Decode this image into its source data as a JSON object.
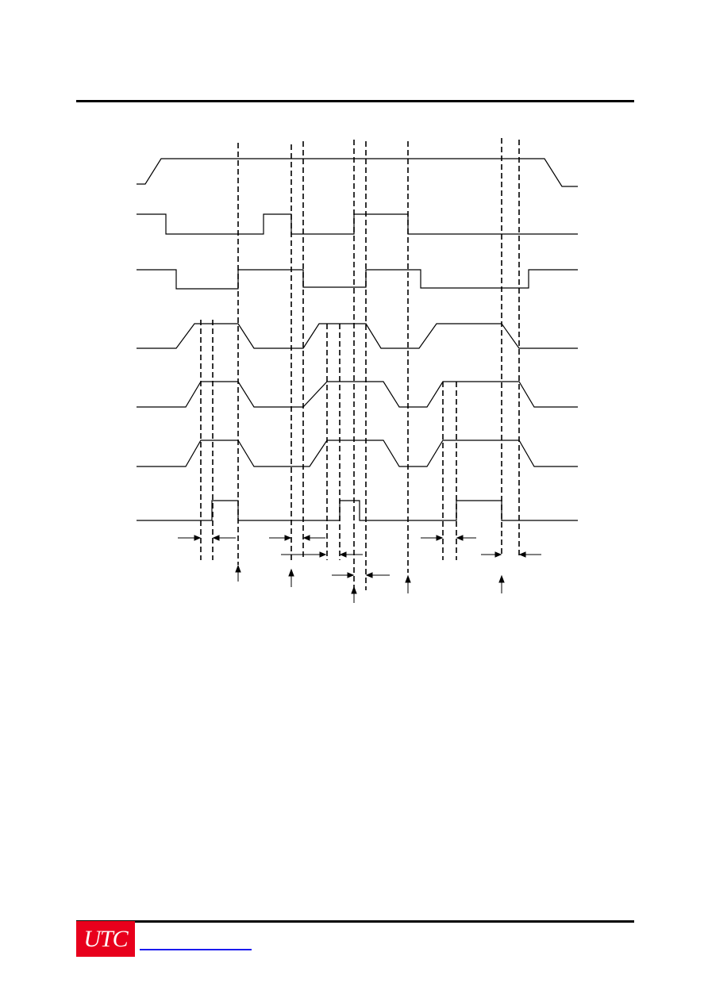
{
  "logo": {
    "text": "UTC",
    "background_color": "#e8001c",
    "text_color": "#ffffff"
  },
  "footer": {
    "link_color": "#1a1aee"
  },
  "diagram": {
    "type": "timing-diagram",
    "signal_count": 7,
    "line_color": "#000000",
    "line_style_markers": "dashed"
  }
}
